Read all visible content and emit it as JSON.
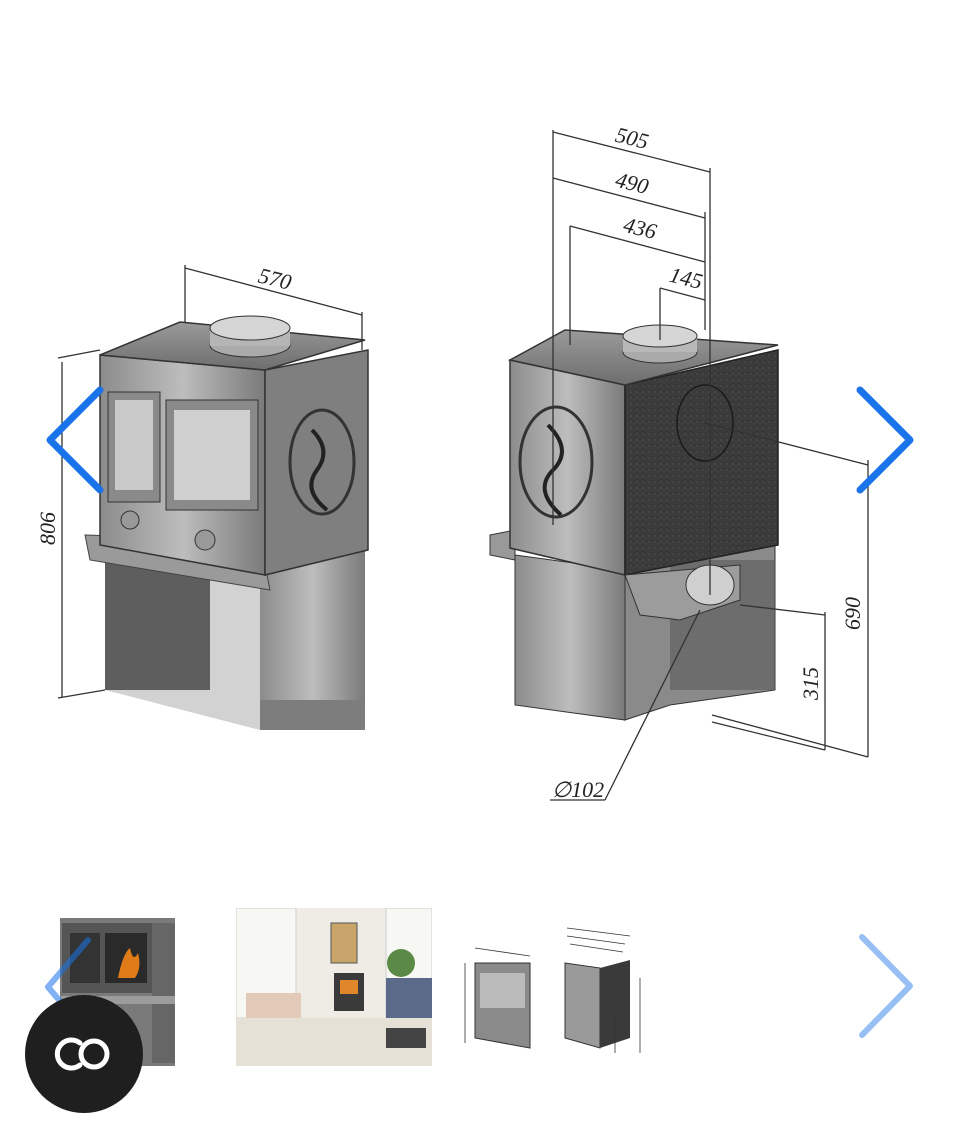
{
  "main_image": {
    "dimensions": {
      "front_width": "570",
      "front_height": "806",
      "side_depth_overall": "505",
      "side_depth_body": "490",
      "side_depth_top": "436",
      "flue_offset": "145",
      "rear_flue_height": "690",
      "bottom_flue_height": "315",
      "flue_diameter": "∅102"
    }
  },
  "gallery": {
    "prev_icon": "chevron-left-icon",
    "next_icon": "chevron-right-icon",
    "accent_color": "#1a73e8"
  },
  "thumbnails": [
    {
      "icon": "stove-photo-thumbnail"
    },
    {
      "icon": "room-scene-thumbnail"
    },
    {
      "icon": "dimension-drawing-thumbnail"
    }
  ],
  "badge": {
    "icon": "cc-logo-icon"
  }
}
